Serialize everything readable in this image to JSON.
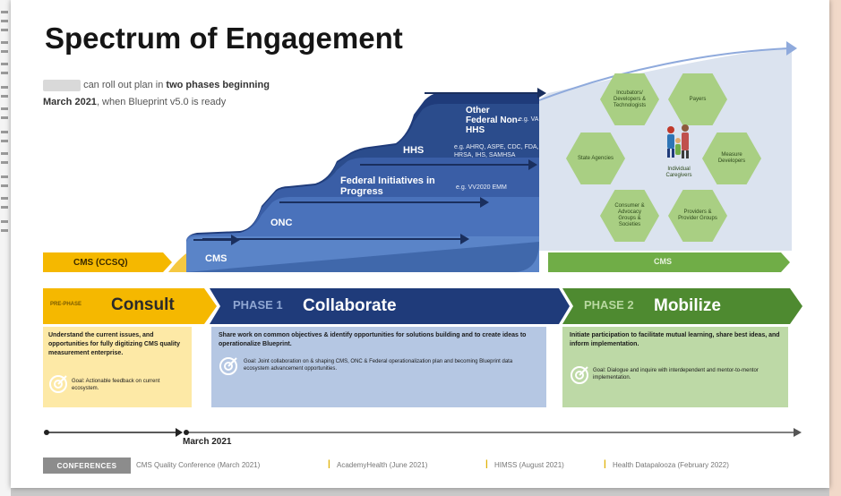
{
  "title": "Spectrum of Engagement",
  "subtitle": {
    "line1": "can roll out plan in",
    "line1_bold": "two phases beginning",
    "line2": "March 2021",
    "line2_rest": ", when Blueprint v5.0 is ready"
  },
  "stairs": {
    "cms_tag": "CMS (CCSQ)",
    "cms": "CMS",
    "onc": "ONC",
    "federal": "Federal Initiatives in Progress",
    "federal_note": "e.g. VV2020 EMM",
    "hhs": "HHS",
    "hhs_note": "e.g. AHRQ, ASPE, CDC, FDA, HRSA, IHS, SAMHSA",
    "other_federal": "Other Federal Non-HHS",
    "other_note": "e.g. VA",
    "green_bar": "CMS"
  },
  "hexes": [
    {
      "label": "Incubators/ Developers & Technologists"
    },
    {
      "label": "Payers"
    },
    {
      "label": "Measure Developers"
    },
    {
      "label": "Providers & Provider Groups"
    },
    {
      "label": "Consumer & Advocacy Groups & Societies"
    },
    {
      "label": "State Agencies"
    }
  ],
  "center_label": "Individual Caregivers",
  "phases": {
    "consult": {
      "prefix": "PRE-PHASE",
      "name": "Consult"
    },
    "collaborate": {
      "prefix": "PHASE 1",
      "name": "Collaborate"
    },
    "mobilize": {
      "prefix": "PHASE 2",
      "name": "Mobilize"
    }
  },
  "boxes": {
    "consult": {
      "text": "Understand the current issues, and opportunities for fully digitizing CMS quality measurement enterprise.",
      "goal": "Goal: Actionable feedback on current ecosystem."
    },
    "collaborate": {
      "text": "Share work on common objectives & identify opportunities for solutions building and to create ideas to operationalize Blueprint.",
      "goal": "Goal: Joint collaboration on & shaping CMS, ONC & Federal operationalization plan and becoming Blueprint data ecosystem advancement opportunities."
    },
    "mobilize": {
      "text": "Initiate participation to facilitate mutual learning, share best ideas, and inform implementation.",
      "goal": "Goal: Dialogue and inquire with interdependent and mentor-to-mentor implementation."
    }
  },
  "timeline": {
    "march": "March 2021"
  },
  "conferences": {
    "badge": "CONFERENCES",
    "items": [
      "CMS Quality Conference (March 2021)",
      "AcademyHealth (June 2021)",
      "HIMSS (August 2021)",
      "Health Datapalooza (February 2022)"
    ]
  },
  "colors": {
    "dark_navy": "#1f3b7a",
    "mid_blue": "#2f5597",
    "light_blue_panel": "#dbe3ef",
    "yellow": "#f5b800",
    "dark_green": "#4e8a30",
    "light_green": "#70ad47",
    "hex_green": "#a9cf83",
    "collab_box": "#b5c7e3",
    "mobilize_box": "#bdd9a6",
    "consult_box": "#fde9a6"
  }
}
